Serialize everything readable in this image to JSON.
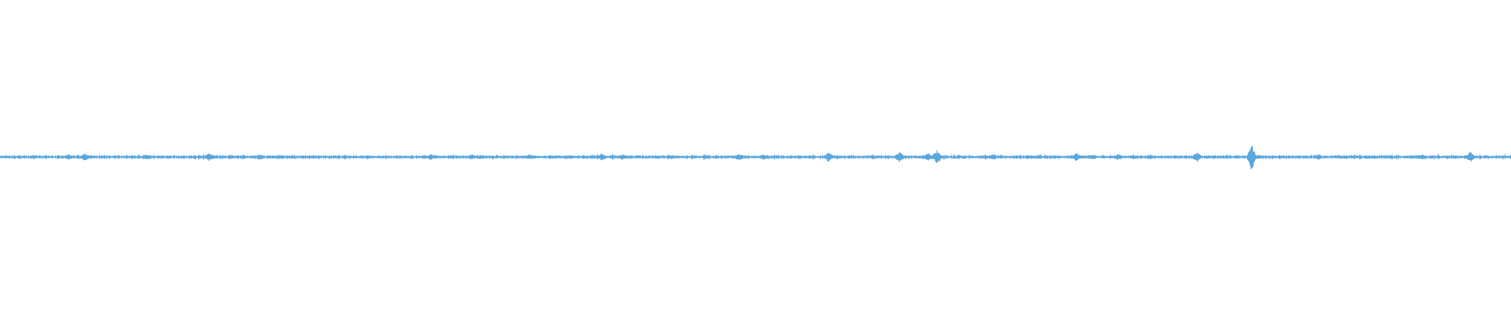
{
  "waveform": {
    "color": "#5aa7dd",
    "background": "#ffffff",
    "peak_events": [
      {
        "t": 0.045,
        "amp": 0.12
      },
      {
        "t": 0.056,
        "amp": 0.2
      },
      {
        "t": 0.097,
        "amp": 0.14
      },
      {
        "t": 0.138,
        "amp": 0.2
      },
      {
        "t": 0.172,
        "amp": 0.12
      },
      {
        "t": 0.285,
        "amp": 0.14
      },
      {
        "t": 0.312,
        "amp": 0.12
      },
      {
        "t": 0.35,
        "amp": 0.1
      },
      {
        "t": 0.398,
        "amp": 0.18
      },
      {
        "t": 0.412,
        "amp": 0.14
      },
      {
        "t": 0.489,
        "amp": 0.16
      },
      {
        "t": 0.505,
        "amp": 0.12
      },
      {
        "t": 0.548,
        "amp": 0.26
      },
      {
        "t": 0.595,
        "amp": 0.3
      },
      {
        "t": 0.614,
        "amp": 0.22
      },
      {
        "t": 0.62,
        "amp": 0.45
      },
      {
        "t": 0.657,
        "amp": 0.14
      },
      {
        "t": 0.712,
        "amp": 0.22
      },
      {
        "t": 0.74,
        "amp": 0.14
      },
      {
        "t": 0.792,
        "amp": 0.3
      },
      {
        "t": 0.828,
        "amp": 1.0
      },
      {
        "t": 0.872,
        "amp": 0.14
      },
      {
        "t": 0.941,
        "amp": 0.12
      },
      {
        "t": 0.973,
        "amp": 0.3
      }
    ]
  }
}
